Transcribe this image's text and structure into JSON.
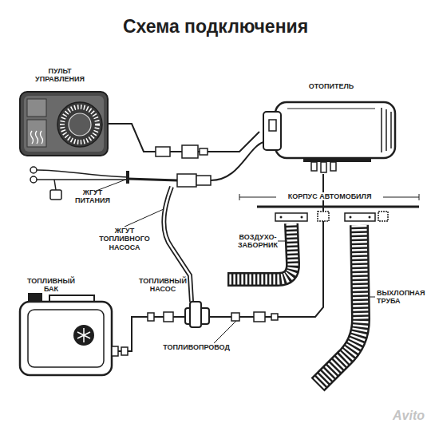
{
  "diagram": {
    "title": "Схема подключения",
    "nodes": [
      {
        "text": [
          "ПУЛЬТ УПРАВЛЕНИЯ"
        ]
      },
      {
        "text": [
          "ОТОПИТЕЛЬ"
        ]
      },
      {
        "text": [
          "ТОПЛИВНЫЙ БАК"
        ]
      },
      {
        "text": [
          "ТОПЛИВНЫЙ НАСОС"
        ]
      }
    ],
    "edges": [
      {
        "from": 0,
        "to": 1,
        "arrow": "none"
      },
      {
        "from": 2,
        "to": 3,
        "arrow": "none"
      },
      {
        "from": 3,
        "to": 1,
        "arrow": "none"
      }
    ],
    "labels": [
      "ЖГУТ ПИТАНИЯ",
      "ЖГУТ ТОПЛИВНОГО НАСОСА",
      "КОРПУС АВТОМОБИЛЯ",
      "ВОЗДУХО- ЗАБОРНИК",
      "ВЫХЛОПНАЯ ТРУБА",
      "ТОПЛИВОПРОВОД",
      "Avito"
    ]
  }
}
